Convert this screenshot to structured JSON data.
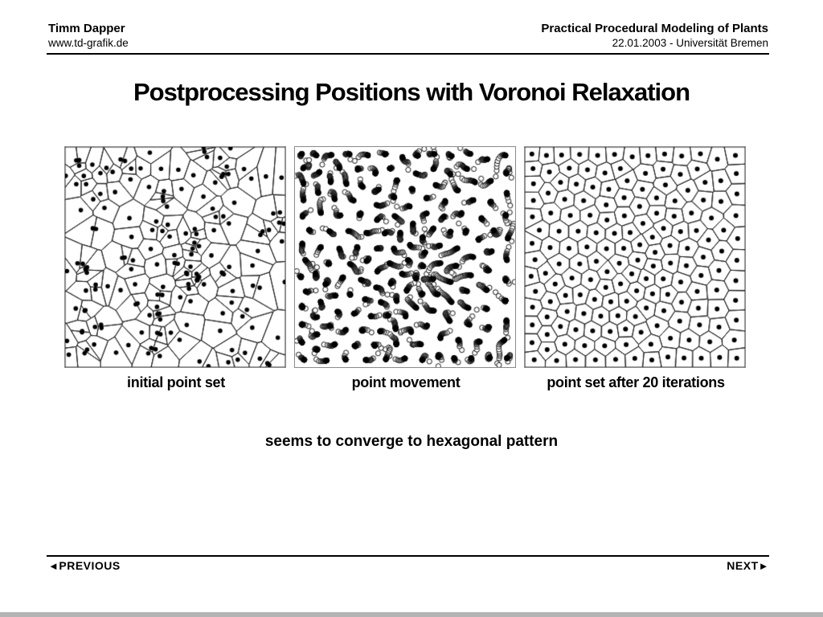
{
  "header": {
    "author": "Timm Dapper",
    "website": "www.td-grafik.de",
    "talk_title": "Practical Procedural Modeling of Plants",
    "talk_date": "22.01.2003 - Universität Bremen"
  },
  "slide": {
    "title": "Postprocessing Positions with Voronoi Relaxation",
    "note": "seems to converge to hexagonal pattern"
  },
  "figures": {
    "panels": [
      {
        "id": "initial",
        "label": "initial point set"
      },
      {
        "id": "movement",
        "label": "point movement"
      },
      {
        "id": "relaxed",
        "label": "point set after 20 iterations"
      }
    ],
    "point_count": 170,
    "iterations": 20,
    "seed": 11,
    "colors": {
      "line": "#1f1f1f",
      "dot": "#000000",
      "trail_stroke": "#000000",
      "border": "#8a8a8a",
      "background": "#ffffff"
    }
  },
  "nav": {
    "previous_icon": "◄",
    "previous_label": "PREVIOUS",
    "next_label": "NEXT",
    "next_icon": "►"
  }
}
